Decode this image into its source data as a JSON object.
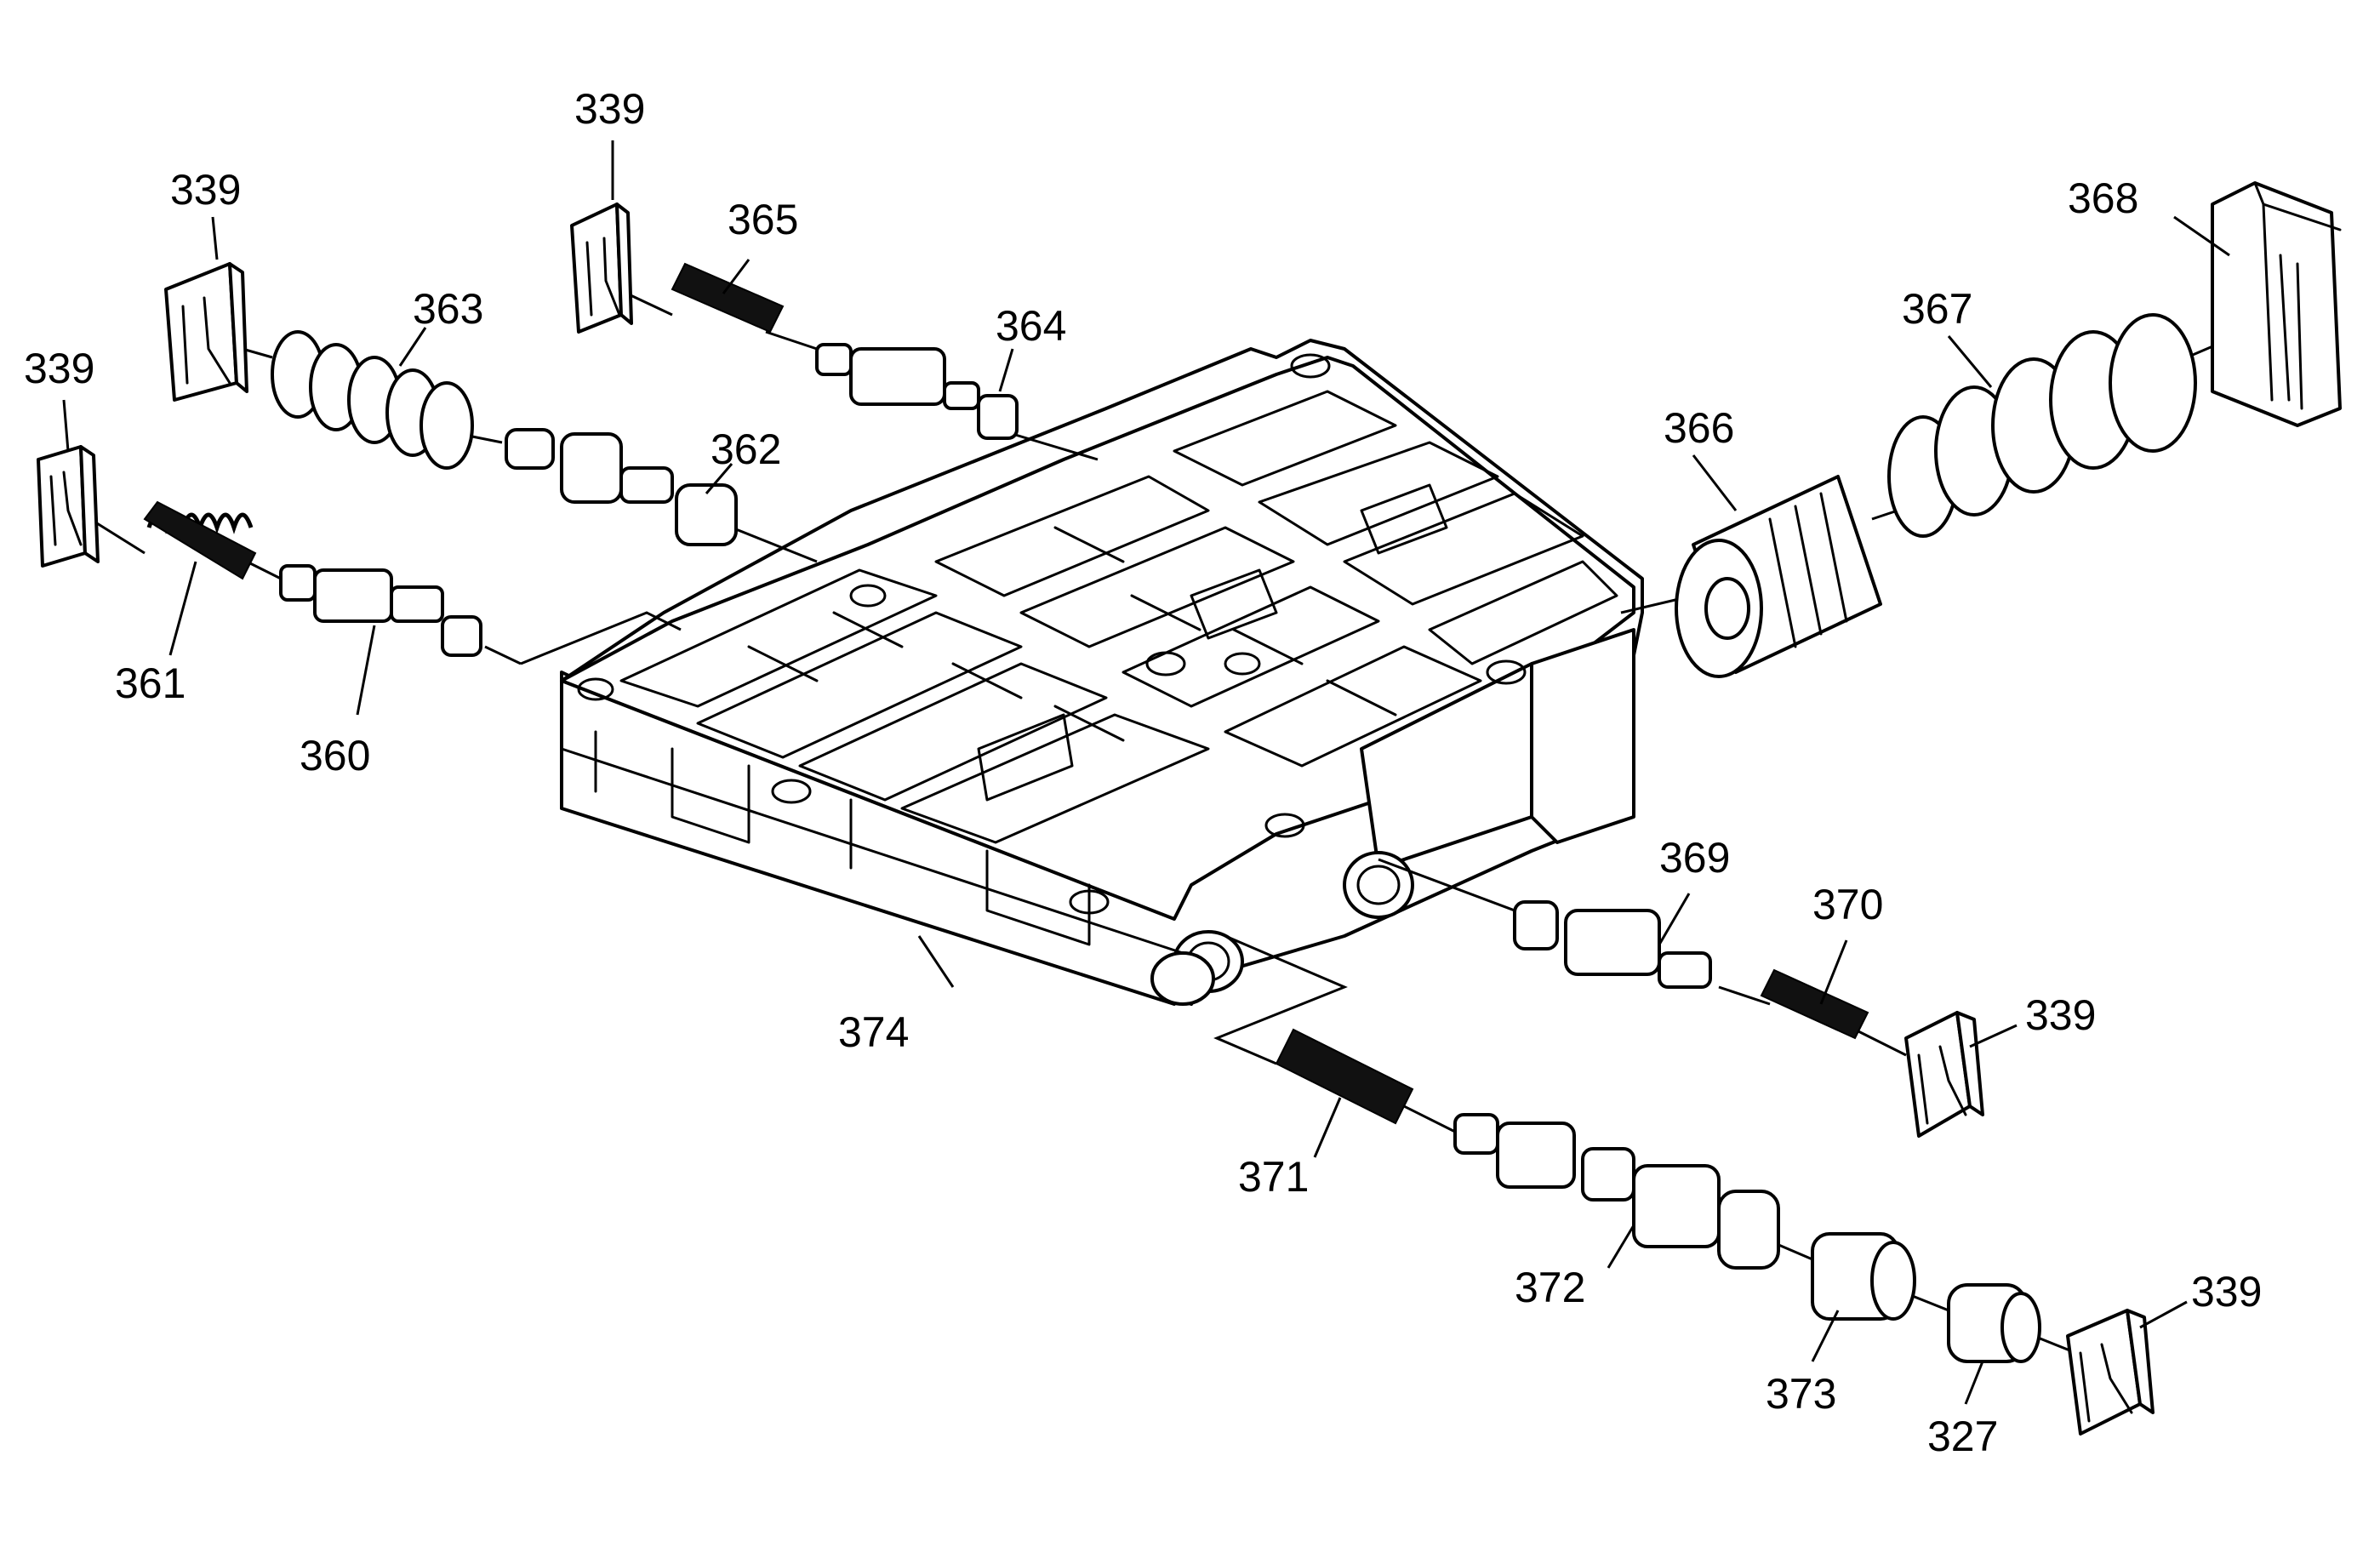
{
  "diagram": {
    "callouts": [
      {
        "id": "c339a",
        "text": "339"
      },
      {
        "id": "c339b",
        "text": "339"
      },
      {
        "id": "c339c",
        "text": "339"
      },
      {
        "id": "c339d",
        "text": "339"
      },
      {
        "id": "c339e",
        "text": "339"
      },
      {
        "id": "c327",
        "text": "327"
      },
      {
        "id": "c360",
        "text": "360"
      },
      {
        "id": "c361",
        "text": "361"
      },
      {
        "id": "c362",
        "text": "362"
      },
      {
        "id": "c363",
        "text": "363"
      },
      {
        "id": "c364",
        "text": "364"
      },
      {
        "id": "c365",
        "text": "365"
      },
      {
        "id": "c366",
        "text": "366"
      },
      {
        "id": "c367",
        "text": "367"
      },
      {
        "id": "c368",
        "text": "368"
      },
      {
        "id": "c369",
        "text": "369"
      },
      {
        "id": "c370",
        "text": "370"
      },
      {
        "id": "c371",
        "text": "371"
      },
      {
        "id": "c372",
        "text": "372"
      },
      {
        "id": "c373",
        "text": "373"
      },
      {
        "id": "c374",
        "text": "374"
      }
    ]
  }
}
